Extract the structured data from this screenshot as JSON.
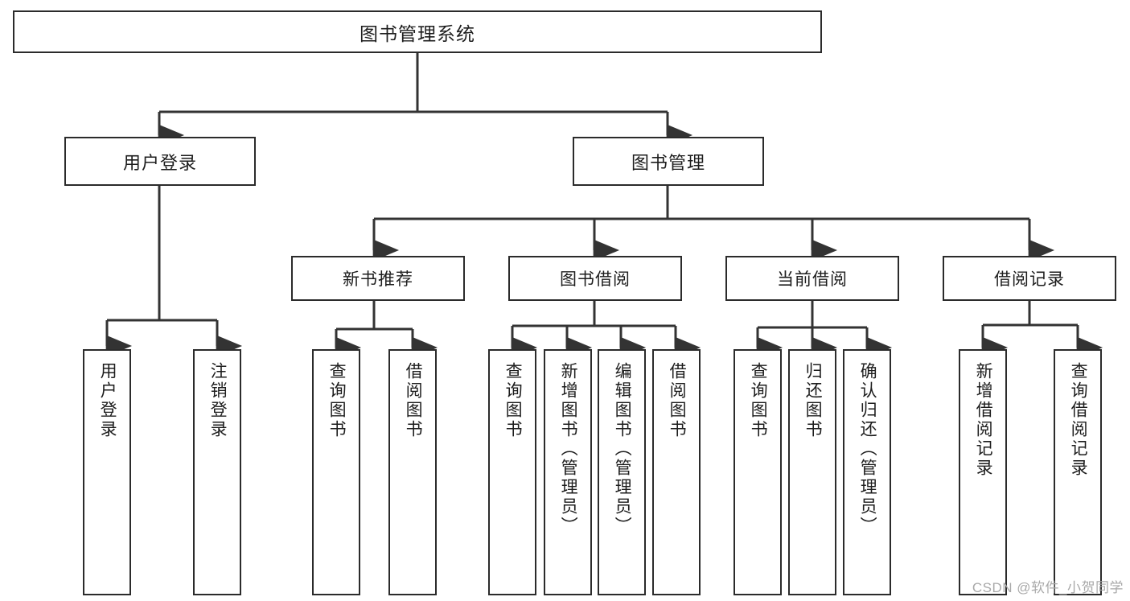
{
  "diagram": {
    "title": "图书管理系统",
    "type": "tree-hierarchy-diagram",
    "colors": {
      "border": "#2b2b2b",
      "background": "#ffffff",
      "text": "#1d1d1d",
      "edge": "#333333",
      "watermark": "#a9a9a9"
    },
    "root": {
      "label": "图书管理系统"
    },
    "level1": [
      {
        "label": "用户登录"
      },
      {
        "label": "图书管理"
      }
    ],
    "level2": [
      {
        "label": "新书推荐"
      },
      {
        "label": "图书借阅"
      },
      {
        "label": "当前借阅"
      },
      {
        "label": "借阅记录"
      }
    ],
    "leaves": {
      "user_login": [
        {
          "label": "用户登录"
        },
        {
          "label": "注销登录"
        }
      ],
      "new_book_recommend": [
        {
          "label": "查询图书"
        },
        {
          "label": "借阅图书"
        }
      ],
      "book_borrow": [
        {
          "label": "查询图书"
        },
        {
          "label": "新增图书（管理员）"
        },
        {
          "label": "编辑图书（管理员）"
        },
        {
          "label": "借阅图书"
        }
      ],
      "current_borrow": [
        {
          "label": "查询图书"
        },
        {
          "label": "归还图书"
        },
        {
          "label": "确认归还（管理员）"
        }
      ],
      "borrow_record": [
        {
          "label": "新增借阅记录"
        },
        {
          "label": "查询借阅记录"
        }
      ]
    }
  },
  "watermark": {
    "text": "CSDN @软件_小贺同学"
  }
}
